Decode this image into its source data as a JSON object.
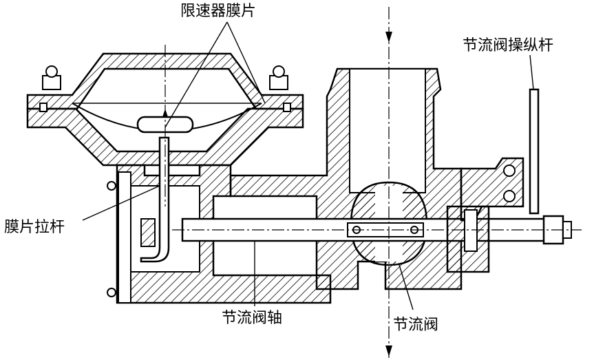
{
  "labels": {
    "diaphragm": "限速器膜片",
    "throttle_lever": "节流阀操纵杆",
    "pull_rod": "膜片拉杆",
    "throttle_shaft": "节流阀轴",
    "throttle_valve": "节流阀"
  }
}
